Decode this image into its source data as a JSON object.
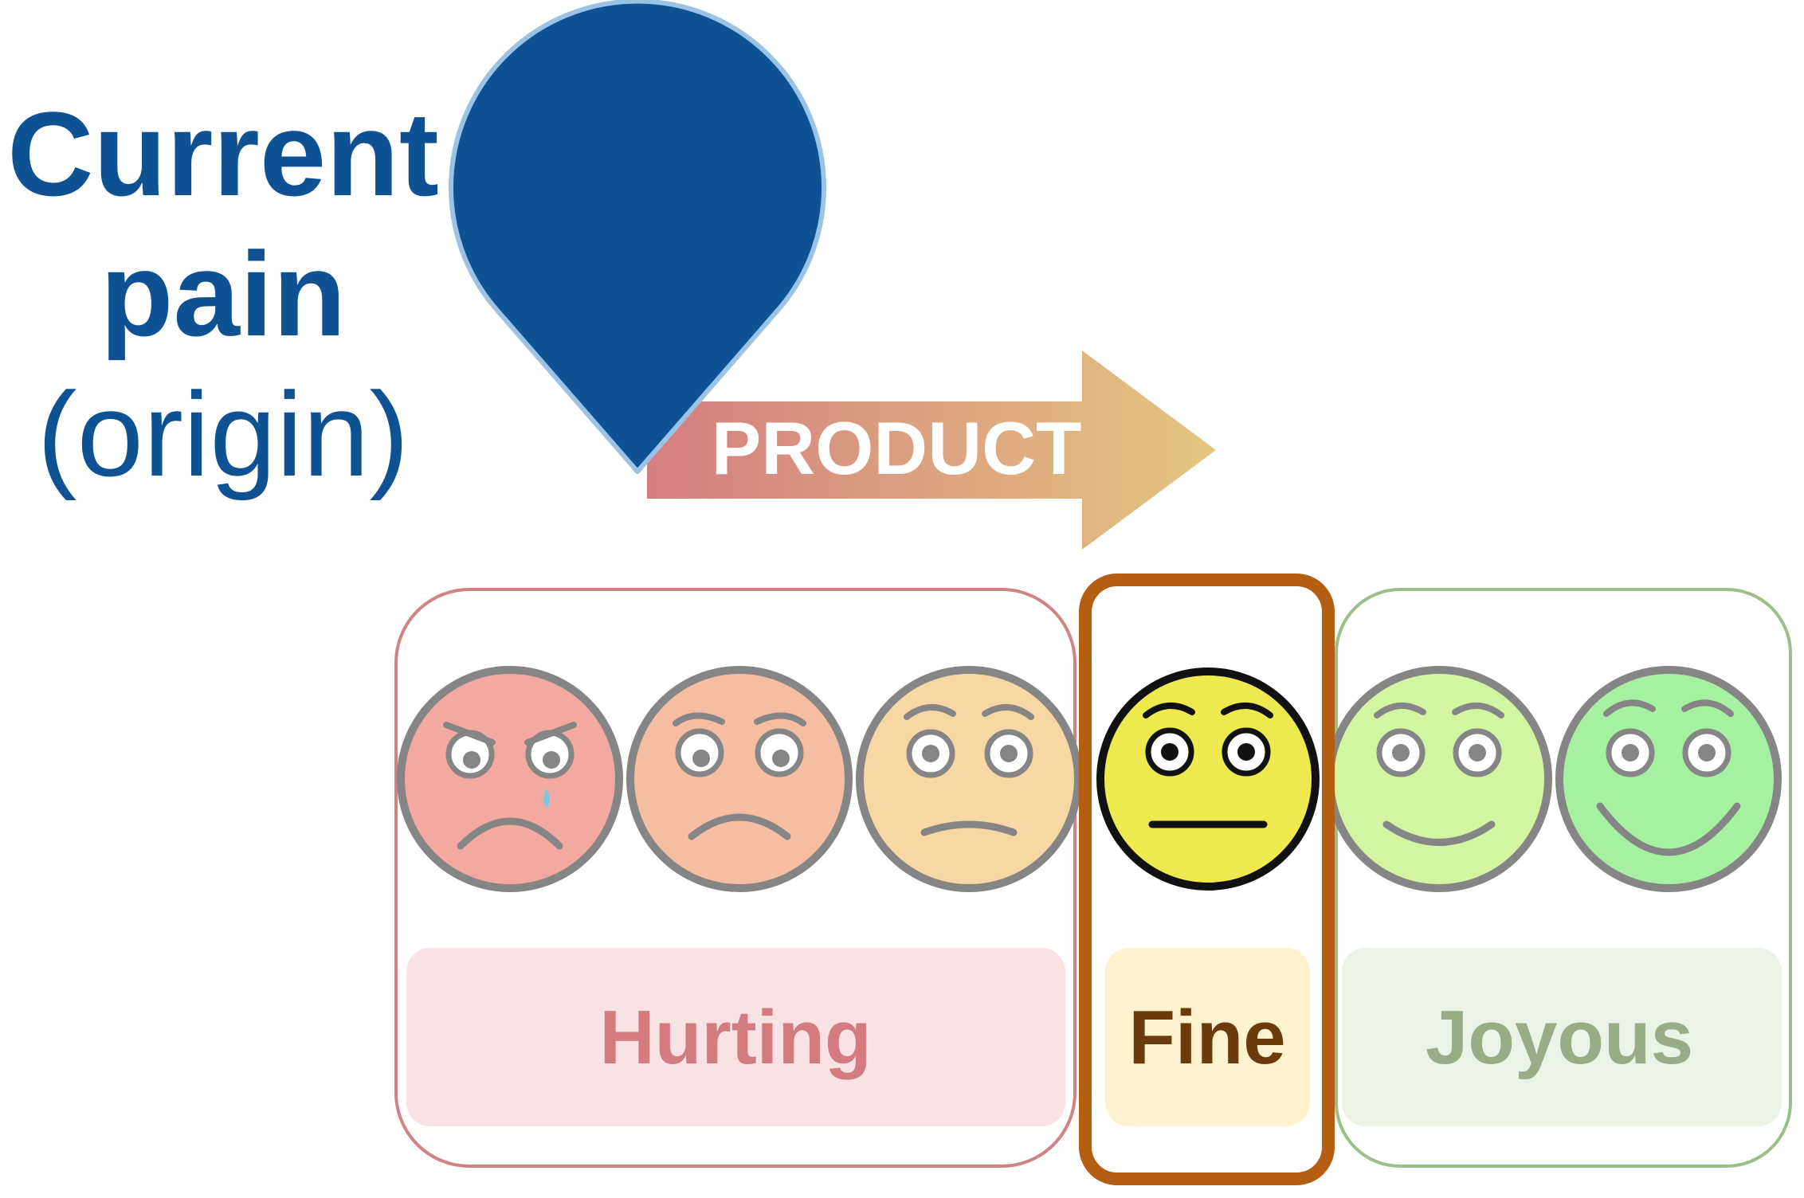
{
  "title": {
    "line1": "Current",
    "line2": "pain",
    "line3": "(origin)",
    "color": "#0f5294"
  },
  "arrow": {
    "label": "PRODUCT",
    "gradient_start": "#d47e80",
    "gradient_end": "#e3c680"
  },
  "pin": {
    "fill": "#0f5294",
    "stroke": "#9bc3e6"
  },
  "scale": {
    "faces": [
      {
        "mood": "crying-face",
        "fill": "#f4a9a0"
      },
      {
        "mood": "sad-face",
        "fill": "#f5bda1"
      },
      {
        "mood": "slightly-sad-face",
        "fill": "#f7d8a4"
      },
      {
        "mood": "neutral-face",
        "fill": "#ede94f"
      },
      {
        "mood": "slightly-happy-face",
        "fill": "#d3f5a2"
      },
      {
        "mood": "happy-face",
        "fill": "#a6f0a2"
      }
    ],
    "groups": [
      {
        "label": "Hurting",
        "text_color": "#d47b80",
        "bg": "#f8e2e3",
        "border": "#cf8384"
      },
      {
        "label": "Fine",
        "text_color": "#6b3b0d",
        "bg": "#fff2cf",
        "border": "#b35e10"
      },
      {
        "label": "Joyous",
        "text_color": "#98ad86",
        "bg": "#eaf3e6",
        "border": "#9cbf8a"
      }
    ]
  }
}
